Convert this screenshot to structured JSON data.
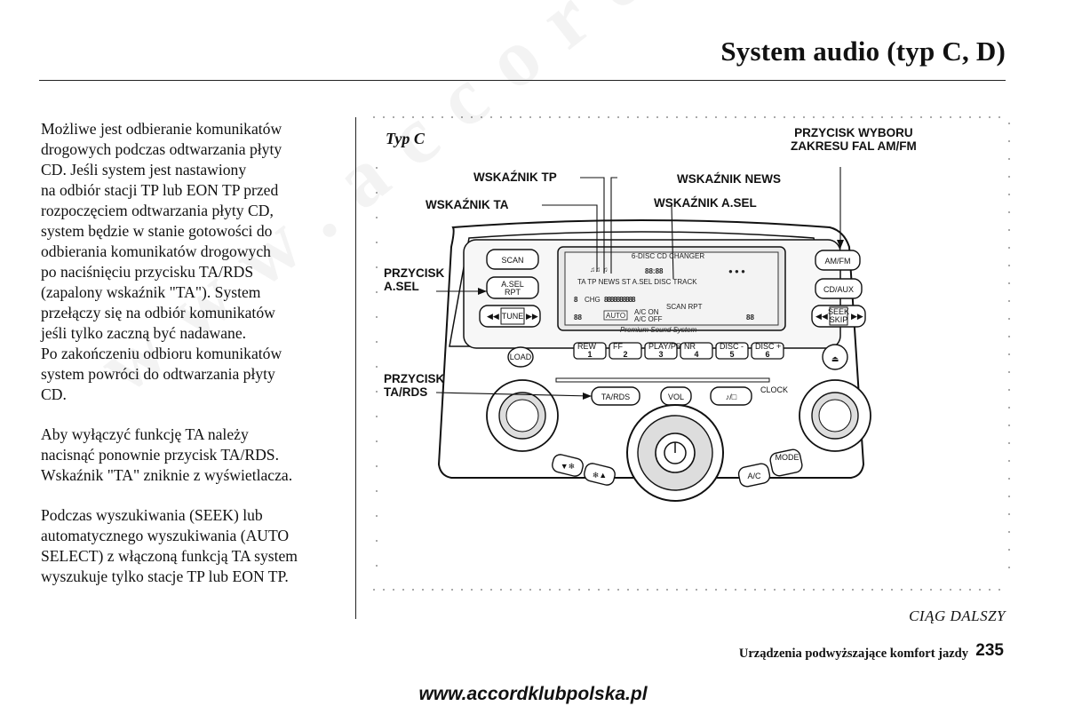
{
  "header": {
    "title": "System audio (typ C, D)"
  },
  "body_text": {
    "paragraph1": [
      "Możliwe jest odbieranie komunikatów",
      "drogowych podczas odtwarzania płyty",
      "CD. Jeśli system jest nastawiony",
      "na odbiór stacji TP lub EON TP przed",
      "rozpoczęciem odtwarzania płyty CD,",
      "system będzie w stanie gotowości do",
      "odbierania komunikatów drogowych",
      "po naciśnięciu przycisku TA/RDS",
      "(zapalony wskaźnik \"TA\"). System",
      "przełączy się na odbiór komunikatów",
      "jeśli tylko zaczną być nadawane.",
      "Po zakończeniu odbioru komunikatów",
      "system powróci do odtwarzania płyty",
      "CD."
    ],
    "paragraph2": [
      "Aby wyłączyć funkcję TA należy",
      "nacisnąć ponownie przycisk TA/RDS.",
      "Wskaźnik \"TA\" zniknie z wyświetlacza."
    ],
    "paragraph3": [
      "Podczas wyszukiwania (SEEK) lub",
      "automatycznego wyszukiwania (AUTO",
      "SELECT) z włączoną funkcją TA system",
      "wyszukuje tylko stacje TP lub EON TP."
    ]
  },
  "figure": {
    "type_label": "Typ C",
    "callouts": {
      "tp": "WSKAŹNIK TP",
      "news": "WSKAŹNIK NEWS",
      "ta": "WSKAŹNIK TA",
      "asel": "WSKAŹNIK A.SEL",
      "band_line1": "PRZYCISK WYBORU",
      "band_line2": "ZAKRESU FAL AM/FM",
      "asel_btn_line1": "PRZYCISK",
      "asel_btn_line2": "A.SEL",
      "tards_line1": "PRZYCISK",
      "tards_line2": "TA/RDS"
    },
    "buttons": {
      "scan": "SCAN",
      "asel1": "A.SEL",
      "asel2": "RPT",
      "tune": "TUNE",
      "amfm": "AM/FM",
      "cdaux": "CD/AUX",
      "seek1": "SEEK",
      "seek2": "SKIP",
      "load": "LOAD",
      "tards": "TA/RDS",
      "vol": "VOL",
      "clock": "CLOCK",
      "ac": "A/C",
      "mode": "MODE",
      "presets": [
        "1",
        "2",
        "3",
        "4",
        "5",
        "6"
      ],
      "preset_sub": [
        "REW",
        "FF",
        "PLAY/PROG",
        "NR",
        "DISC -",
        "DISC +"
      ]
    },
    "display": {
      "top": "6-DISC CD CHANGER",
      "row1": "TA TP NEWS  ST  A.SEL  DISC  TRACK",
      "row2": "SCAN  RPT",
      "ac1": "A/C ON",
      "ac2": "A/C OFF",
      "brand": "Premium Sound System",
      "chg": "CHG",
      "auto": "AUTO"
    }
  },
  "footer": {
    "continued": "CIĄG DALSZY",
    "section": "Urządzenia podwyższające komfort jazdy",
    "page": "235",
    "url": "www.accordklubpolska.pl"
  },
  "watermark": "www.accordklubpolska.pl"
}
